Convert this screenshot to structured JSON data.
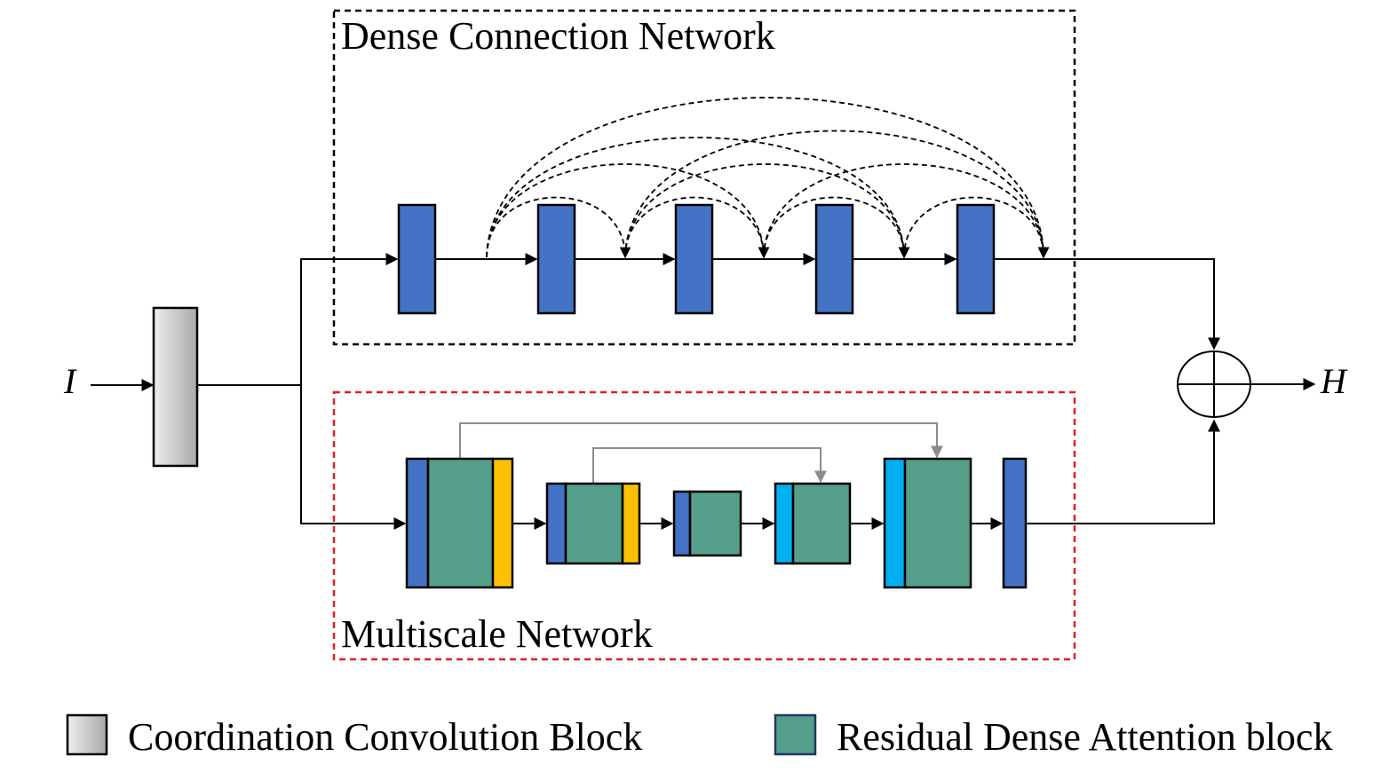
{
  "input_label": "I",
  "output_label": "H",
  "dense_network": {
    "title": "Dense Connection Network",
    "block_count": 5
  },
  "multiscale_network": {
    "title": "Multiscale Network"
  },
  "legend": {
    "coord_conv_label": "Coordination Convolution Block",
    "rda_label": "Residual Dense Attention block"
  },
  "colors": {
    "dense_block": "#4472c4",
    "rda_block": "#549e8a",
    "yellow_block": "#ffc000",
    "cyan_block": "#00b0f0",
    "dense_frame": "#000000",
    "multiscale_frame": "#e02020",
    "skip_arrow": "#8c8c8c"
  }
}
